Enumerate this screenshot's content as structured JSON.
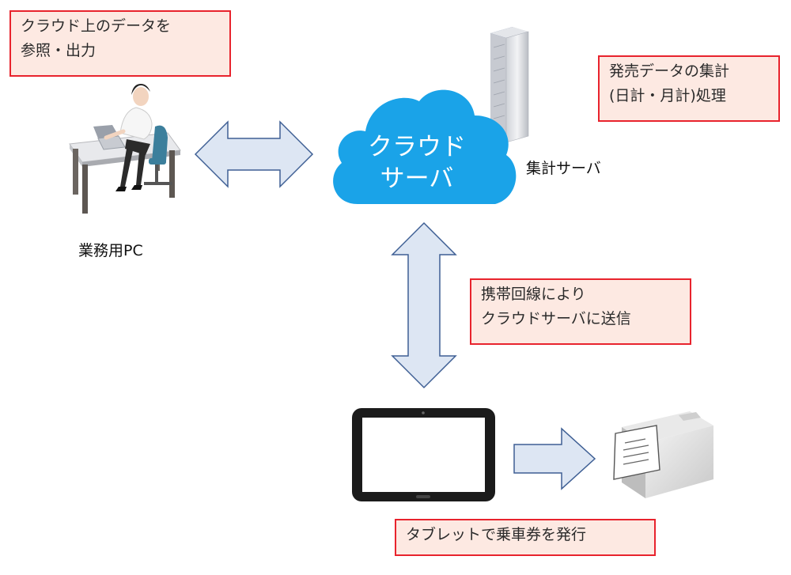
{
  "notes": {
    "pc_reference": {
      "line1": "クラウド上のデータを",
      "line2": "参照・出力"
    },
    "aggregation": {
      "line1": "発売データの集計",
      "line2": "(日計・月計)処理"
    },
    "mobile_send": {
      "line1": "携帯回線により",
      "line2": "クラウドサーバに送信"
    },
    "ticket_issue": {
      "line1": "タブレットで乗車券を発行"
    }
  },
  "labels": {
    "business_pc": "業務用PC",
    "aggregation_server": "集計サーバ",
    "cloud_line1": "クラウド",
    "cloud_line2": "サーバ"
  },
  "colors": {
    "note_fill": "#fde9e2",
    "note_border": "#e8232d",
    "cloud": "#1aa3e8",
    "arrow_fill": "#dde6f3",
    "arrow_stroke": "#3e5f94"
  }
}
